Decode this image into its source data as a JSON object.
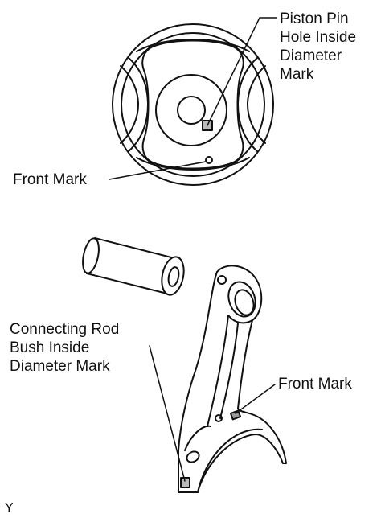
{
  "labels": {
    "piston_pin_hole_mark": "Piston Pin\nHole Inside\nDiameter\nMark",
    "front_mark_piston": "Front Mark",
    "rod_bush_mark": "Connecting Rod\nBush Inside\nDiameter Mark",
    "front_mark_rod": "Front Mark",
    "figure_code": "Y"
  },
  "colors": {
    "ink": "#111111",
    "paper": "#ffffff"
  }
}
